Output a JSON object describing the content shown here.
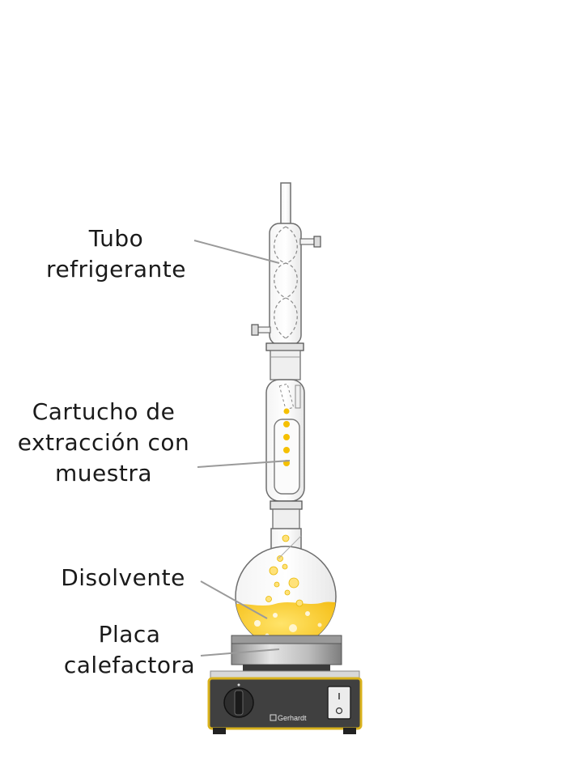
{
  "labels": {
    "condenser": [
      "Tubo",
      "refrigerante"
    ],
    "thimble": [
      "Cartucho de",
      "extracción con",
      "muestra"
    ],
    "solvent": [
      "Disolvente"
    ],
    "hotplate": [
      "Placa",
      "calefactora"
    ]
  },
  "brand": "Gerhardt",
  "colors": {
    "solvent": "#f5c000",
    "solvent_light": "#ffe070",
    "glass_stroke": "#6e6e6e",
    "leader_line": "#9a9a9a",
    "hotplate_body": "#3f3f3f",
    "hotplate_trim": "#d9b21c",
    "metal_plate": "#b8b8b8"
  }
}
